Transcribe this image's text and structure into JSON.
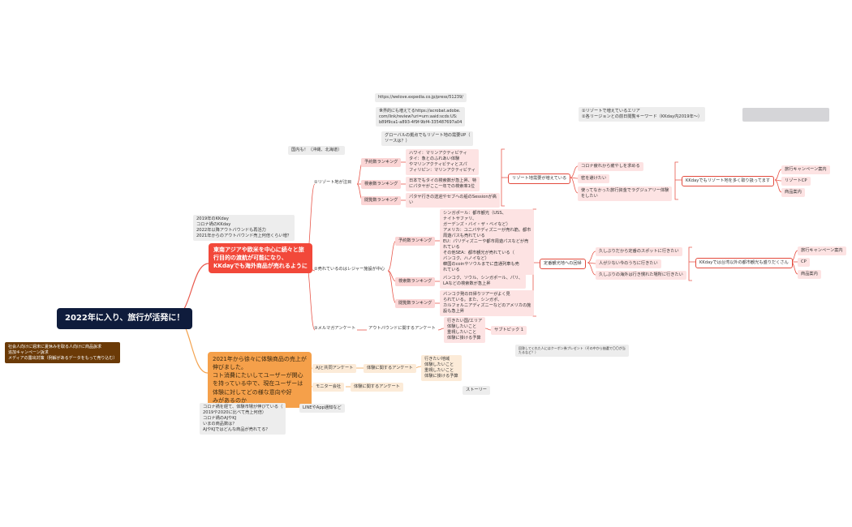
{
  "root": "2022年に入り、旅行が活発に！",
  "left_note": "社会人向けに週末に夏休みを取る人向けに商品訴求\n追加キャンペーン訴求\nメディアの露出対策（例解があるデータをもって売り込む）",
  "branch_red": {
    "title": "東南アジアや欧米を中心に続々と旅\n行目的の渡航が可能になり、\nKKdayでも海外商品が売れるように",
    "note": "2019年のKKday\nコロナ禍のKKday\n2022年以降アウトバウンドも再活力\n2021年からのアウトバウンド売上何倍くらい増？",
    "resort": {
      "label": "①リゾート地が注目",
      "domestic_note": "国内も！（沖縄、北海道）",
      "links": [
        "https://welove.expedia.co.jp/press/51239/",
        "世界的にも増えてるhttps://acrobat.adobe.\ncom/link/review?uri=urn:aaid:scds:US:\nb89f9ca1-a893-4f9f-9bf4-335487697a04",
        "グローバルの拠点でもリゾート地の需要UP（\nソースは？）"
      ],
      "rankings": [
        {
          "label": "予約数ランキング",
          "detail": "ハワイ：マリンアクティビティ\nタイ：象とのふれあい体験\nやマリンアクティビティとスパ\nフィリピン：マリンアクティビティ"
        },
        {
          "label": "検索数ランキング",
          "detail": "日本でもタイの検索数が急上昇、特\nにパタヤがここ一年での検索率1位"
        },
        {
          "label": "閲覧数ランキング",
          "detail": "パタヤ行きの送迎やセブへの船のSessionが高\nい"
        }
      ],
      "reason": "リゾート地需要が増えている",
      "reasons": [
        "コロナ疲れから癒やしを求める",
        "密を避けたい",
        "使ってなかった旅行資金でラグジュアリー体験\nをしたい"
      ],
      "conclusion": "KKdayでもリゾート地を多く取り扱ってます",
      "actions": [
        "旅行キャンペーン案内",
        "リゾートCP",
        "商品案内"
      ],
      "top_right_note": "①リゾートで増えているエリア\n②各リージョンとの前日閲覧キーワード（KKday内2019年〜）"
    },
    "leisure": {
      "label": "②売れているのはレジャー施設が中心",
      "rankings": [
        {
          "label": "予約数ランキング",
          "detail": "シンガポール：都市観光（USS、\nナイトサファリ、\nガーデンズ・バイ・ザ・ベイなど）\nアメリカ：ユニバやディズニーが売れ筋。都市\n周遊パスも売れている\nEU：パリディズニーや都市周遊パスなどが売\nれている\nその他SEA：都市観光が売れている（\nバンコク、ハノイなど）\n韓国のcoinやソウルまでに直通列車も売\nれている"
        },
        {
          "label": "検索数ランキング",
          "detail": "バンコク、ソウル、シンガポール、パリ、\nLAなどの検索数が急上昇"
        },
        {
          "label": "閲覧数ランキング",
          "detail": "バンコク発の日帰りツアーがよく見\nられている。また、シンガポ、\nカルフォルニアディズニーなどのアメリカの施\n設も急上昇"
        }
      ],
      "reason": "定番観光地への回帰",
      "reasons": [
        "久しぶりだから定番のスポットに行きたい",
        "人が少ない今のうちに行きたい",
        "久しぶりの海外は行き慣れた場所に行きたい"
      ],
      "conclusion": "KKdayでは台湾以外の都市観光も盛りだくさん",
      "actions": [
        "旅行キャンペーン案内",
        "CP",
        "商品案内"
      ]
    },
    "mail": {
      "label": "③メルマガアンケート",
      "survey": "アウトバウンドに関するアンケート",
      "result": "行きたい国/エリア\n体験したいこと\n重視したいこと\n体験に掛ける予算",
      "topic": "サブトピック 1",
      "memo": "回答してくれた人にはクーポン券プレゼント（その中から抽選で〇〇が当\nたるなど？）"
    }
  },
  "branch_orange": {
    "title": "2021年から徐々に体験商品の売上が\n伸びました。\nコト消費にたいしてユーザーが関心\nを持っている中で、現在ユーザーは\n体験に対してどの様な意向や好\nみがあるのか",
    "note": "コロナ禍を経て、体験市場が伸びている（\n2019や2020に比べて売上何倍）\nコロナ禍のAJやKJ\nいまの商品数は？\nAJやKJではどんな商品が売れてる？",
    "line_note": "LINEやApp通知など",
    "aj": {
      "label": "AJと共同アンケート",
      "survey": "体験に関するアンケート",
      "result": "行きたい地域\n体験したいこと\n重視したいこと\n体験に掛ける予算"
    },
    "monitor": {
      "label": "モニター会社",
      "survey": "体験に関するアンケート"
    },
    "story": "ストーリー"
  }
}
